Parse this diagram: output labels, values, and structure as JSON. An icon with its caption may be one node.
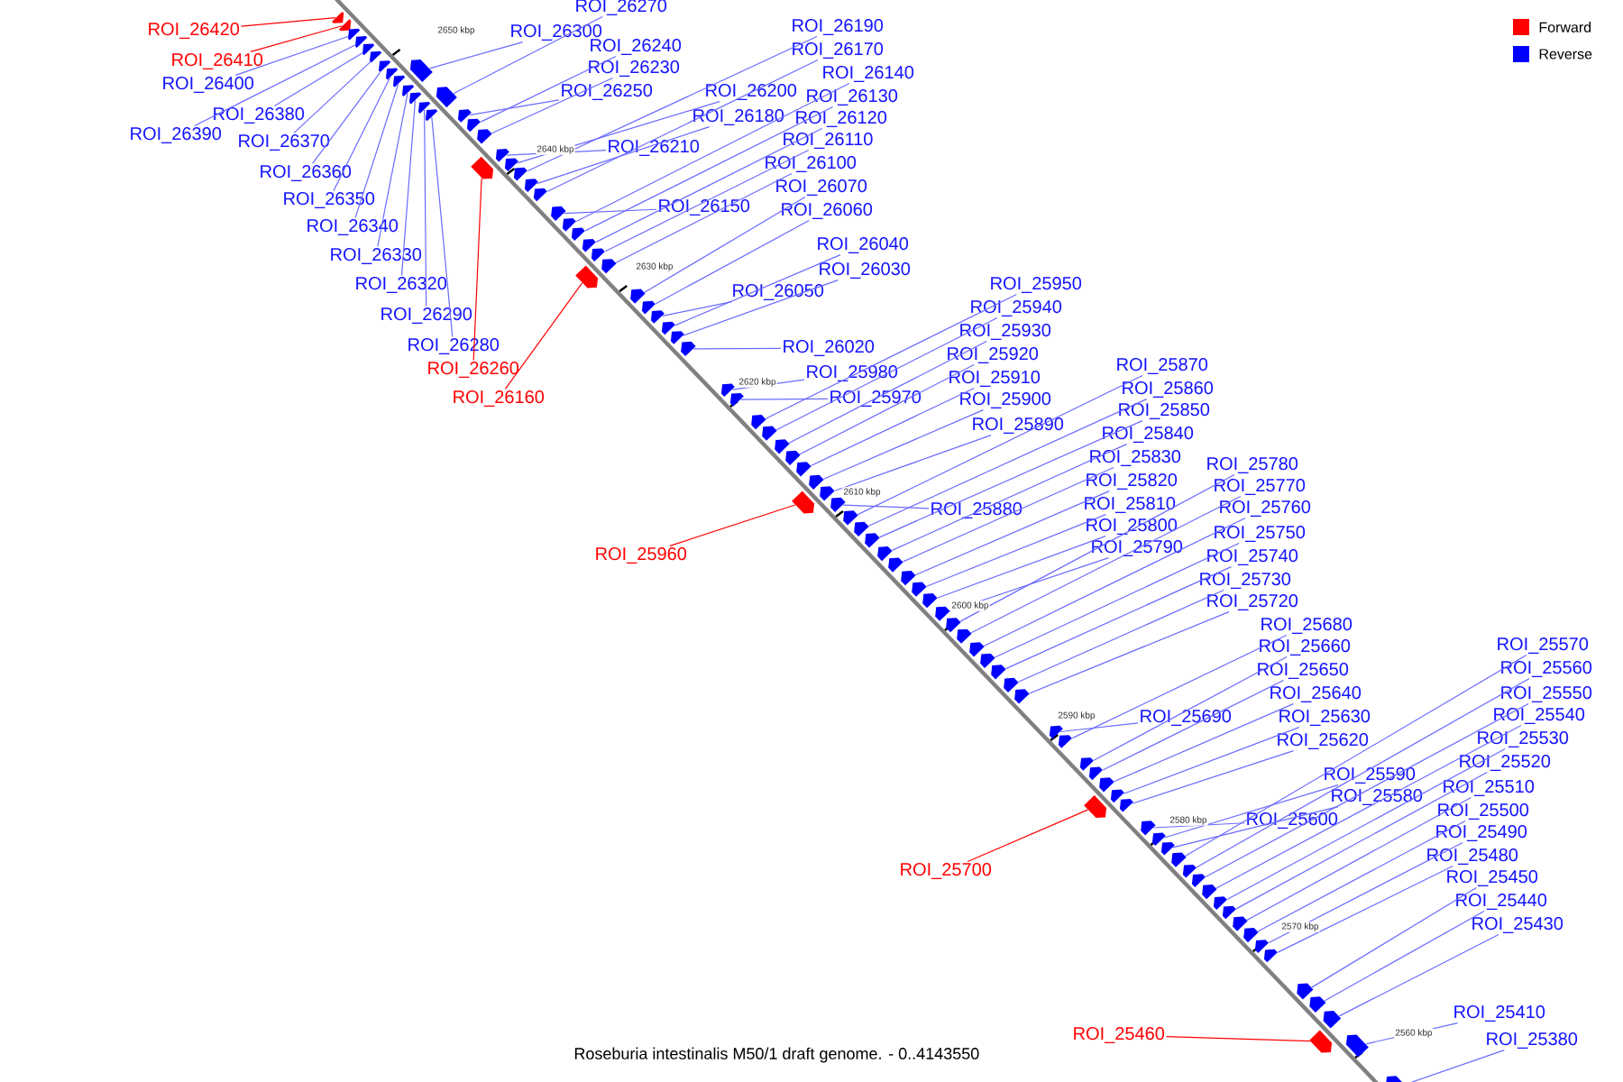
{
  "diagram": {
    "caption": "Roseburia intestinalis M50/1 draft genome. - 0..4143550",
    "nodes": [
      {
        "text": [
          "ROI_26270"
        ]
      },
      {
        "text": [
          "ROI_26420"
        ]
      },
      {
        "text": [
          "ROI_26300"
        ]
      },
      {
        "text": [
          "ROI_26190"
        ]
      },
      {
        "text": [
          "ROI_26240"
        ]
      },
      {
        "text": [
          "ROI_26170"
        ]
      },
      {
        "text": [
          "ROI_26410"
        ]
      },
      {
        "text": [
          "ROI_26230"
        ]
      },
      {
        "text": [
          "ROI_26140"
        ]
      },
      {
        "text": [
          "ROI_26400"
        ]
      },
      {
        "text": [
          "ROI_26250"
        ]
      },
      {
        "text": [
          "ROI_26200"
        ]
      },
      {
        "text": [
          "ROI_26130"
        ]
      },
      {
        "text": [
          "ROI_26380"
        ]
      },
      {
        "text": [
          "ROI_26180"
        ]
      },
      {
        "text": [
          "ROI_26120"
        ]
      },
      {
        "text": [
          "ROI_26390"
        ]
      },
      {
        "text": [
          "ROI_26370"
        ]
      },
      {
        "text": [
          "ROI_26110"
        ]
      },
      {
        "text": [
          "ROI_26210"
        ]
      },
      {
        "text": [
          "ROI_26100"
        ]
      },
      {
        "text": [
          "ROI_26360"
        ]
      },
      {
        "text": [
          "ROI_26070"
        ]
      },
      {
        "text": [
          "ROI_26350"
        ]
      },
      {
        "text": [
          "ROI_26150"
        ]
      },
      {
        "text": [
          "ROI_26060"
        ]
      },
      {
        "text": [
          "ROI_26340"
        ]
      },
      {
        "text": [
          "ROI_26040"
        ]
      },
      {
        "text": [
          "ROI_26330"
        ]
      },
      {
        "text": [
          "ROI_26030"
        ]
      },
      {
        "text": [
          "ROI_26320"
        ]
      },
      {
        "text": [
          "ROI_25950"
        ]
      },
      {
        "text": [
          "ROI_26050"
        ]
      },
      {
        "text": [
          "ROI_25940"
        ]
      },
      {
        "text": [
          "ROI_26290"
        ]
      },
      {
        "text": [
          "ROI_25930"
        ]
      },
      {
        "text": [
          "ROI_26280"
        ]
      },
      {
        "text": [
          "ROI_26020"
        ]
      },
      {
        "text": [
          "ROI_25920"
        ]
      },
      {
        "text": [
          "ROI_25870"
        ]
      },
      {
        "text": [
          "ROI_26260"
        ]
      },
      {
        "text": [
          "ROI_25980"
        ]
      },
      {
        "text": [
          "ROI_25910"
        ]
      },
      {
        "text": [
          "ROI_25860"
        ]
      },
      {
        "text": [
          "ROI_26160"
        ]
      },
      {
        "text": [
          "ROI_25970"
        ]
      },
      {
        "text": [
          "ROI_25900"
        ]
      },
      {
        "text": [
          "ROI_25850"
        ]
      },
      {
        "text": [
          "ROI_25890"
        ]
      },
      {
        "text": [
          "ROI_25840"
        ]
      },
      {
        "text": [
          "ROI_25830"
        ]
      },
      {
        "text": [
          "ROI_25780"
        ]
      },
      {
        "text": [
          "ROI_25820"
        ]
      },
      {
        "text": [
          "ROI_25770"
        ]
      },
      {
        "text": [
          "ROI_25810"
        ]
      },
      {
        "text": [
          "ROI_25760"
        ]
      },
      {
        "text": [
          "ROI_25880"
        ]
      },
      {
        "text": [
          "ROI_25800"
        ]
      },
      {
        "text": [
          "ROI_25750"
        ]
      },
      {
        "text": [
          "ROI_25790"
        ]
      },
      {
        "text": [
          "ROI_25960"
        ]
      },
      {
        "text": [
          "ROI_25740"
        ]
      },
      {
        "text": [
          "ROI_25730"
        ]
      },
      {
        "text": [
          "ROI_25720"
        ]
      },
      {
        "text": [
          "ROI_25680"
        ]
      },
      {
        "text": [
          "ROI_25570"
        ]
      },
      {
        "text": [
          "ROI_25660"
        ]
      },
      {
        "text": [
          "ROI_25560"
        ]
      },
      {
        "text": [
          "ROI_25650"
        ]
      },
      {
        "text": [
          "ROI_25550"
        ]
      },
      {
        "text": [
          "ROI_25640"
        ]
      },
      {
        "text": [
          "ROI_25540"
        ]
      },
      {
        "text": [
          "ROI_25690"
        ]
      },
      {
        "text": [
          "ROI_25630"
        ]
      },
      {
        "text": [
          "ROI_25530"
        ]
      },
      {
        "text": [
          "ROI_25620"
        ]
      },
      {
        "text": [
          "ROI_25520"
        ]
      },
      {
        "text": [
          "ROI_25590"
        ]
      },
      {
        "text": [
          "ROI_25510"
        ]
      },
      {
        "text": [
          "ROI_25580"
        ]
      },
      {
        "text": [
          "ROI_25500"
        ]
      },
      {
        "text": [
          "ROI_25600"
        ]
      },
      {
        "text": [
          "ROI_25490"
        ]
      },
      {
        "text": [
          "ROI_25480"
        ]
      },
      {
        "text": [
          "ROI_25700"
        ]
      },
      {
        "text": [
          "ROI_25450"
        ]
      },
      {
        "text": [
          "ROI_25440"
        ]
      },
      {
        "text": [
          "ROI_25430"
        ]
      },
      {
        "text": [
          "ROI_25410"
        ]
      },
      {
        "text": [
          "ROI_25460"
        ]
      },
      {
        "text": [
          "ROI_25380"
        ]
      },
      {
        "text": [],
        "shape": "arrow"
      },
      {
        "text": [],
        "shape": "arrow"
      },
      {
        "text": [],
        "shape": "arrow"
      },
      {
        "text": [],
        "shape": "arrow"
      },
      {
        "text": [],
        "shape": "arrow"
      },
      {
        "text": [],
        "shape": "arrow"
      },
      {
        "text": [],
        "shape": "arrow"
      },
      {
        "text": [],
        "shape": "arrow"
      },
      {
        "text": [],
        "shape": "arrow"
      },
      {
        "text": [],
        "shape": "arrow"
      },
      {
        "text": [],
        "shape": "arrow"
      },
      {
        "text": [],
        "shape": "arrow"
      },
      {
        "text": [],
        "shape": "arrow"
      },
      {
        "text": [],
        "shape": "arrow"
      },
      {
        "text": [],
        "shape": "arrow"
      },
      {
        "text": [],
        "shape": "arrow"
      },
      {
        "text": [],
        "shape": "arrow"
      },
      {
        "text": [],
        "shape": "arrow"
      },
      {
        "text": [],
        "shape": "arrow"
      },
      {
        "text": [],
        "shape": "arrow"
      },
      {
        "text": [],
        "shape": "arrow"
      },
      {
        "text": [],
        "shape": "arrow"
      },
      {
        "text": [],
        "shape": "arrow"
      },
      {
        "text": [],
        "shape": "arrow"
      },
      {
        "text": [],
        "shape": "arrow"
      },
      {
        "text": [],
        "shape": "arrow"
      },
      {
        "text": [],
        "shape": "arrow"
      },
      {
        "text": [],
        "shape": "arrow"
      },
      {
        "text": [],
        "shape": "arrow"
      },
      {
        "text": [],
        "shape": "arrow"
      },
      {
        "text": [],
        "shape": "arrow"
      },
      {
        "text": [],
        "shape": "arrow"
      },
      {
        "text": [],
        "shape": "arrow"
      },
      {
        "text": [],
        "shape": "arrow"
      },
      {
        "text": [],
        "shape": "arrow"
      },
      {
        "text": [],
        "shape": "arrow"
      },
      {
        "text": [],
        "shape": "arrow"
      },
      {
        "text": [],
        "shape": "arrow"
      },
      {
        "text": [],
        "shape": "arrow"
      },
      {
        "text": [],
        "shape": "arrow"
      },
      {
        "text": [],
        "shape": "arrow"
      },
      {
        "text": [],
        "shape": "arrow"
      },
      {
        "text": [],
        "shape": "arrow"
      },
      {
        "text": [],
        "shape": "arrow"
      },
      {
        "text": [],
        "shape": "arrow"
      },
      {
        "text": [],
        "shape": "arrow"
      },
      {
        "text": [],
        "shape": "arrow"
      },
      {
        "text": [],
        "shape": "arrow"
      },
      {
        "text": [],
        "shape": "arrow"
      },
      {
        "text": [],
        "shape": "arrow"
      },
      {
        "text": [],
        "shape": "arrow"
      },
      {
        "text": [],
        "shape": "arrow"
      },
      {
        "text": [],
        "shape": "arrow"
      },
      {
        "text": [],
        "shape": "arrow"
      },
      {
        "text": [],
        "shape": "arrow"
      },
      {
        "text": [],
        "shape": "arrow"
      },
      {
        "text": [],
        "shape": "arrow"
      },
      {
        "text": [],
        "shape": "arrow"
      },
      {
        "text": [],
        "shape": "arrow"
      },
      {
        "text": [],
        "shape": "arrow"
      },
      {
        "text": [],
        "shape": "arrow"
      },
      {
        "text": [],
        "shape": "arrow"
      },
      {
        "text": [],
        "shape": "arrow"
      },
      {
        "text": [],
        "shape": "arrow"
      },
      {
        "text": [],
        "shape": "arrow"
      },
      {
        "text": [],
        "shape": "arrow"
      },
      {
        "text": [],
        "shape": "arrow"
      },
      {
        "text": [],
        "shape": "arrow"
      },
      {
        "text": [],
        "shape": "arrow"
      },
      {
        "text": [],
        "shape": "arrow"
      },
      {
        "text": [],
        "shape": "arrow"
      },
      {
        "text": [],
        "shape": "arrow"
      },
      {
        "text": [],
        "shape": "arrow"
      },
      {
        "text": [],
        "shape": "arrow"
      },
      {
        "text": [],
        "shape": "arrow"
      },
      {
        "text": [],
        "shape": "arrow"
      },
      {
        "text": [],
        "shape": "arrow"
      },
      {
        "text": [],
        "shape": "arrow"
      },
      {
        "text": [],
        "shape": "arrow"
      },
      {
        "text": [],
        "shape": "arrow"
      },
      {
        "text": [],
        "shape": "arrow"
      },
      {
        "text": [],
        "shape": "arrow"
      },
      {
        "text": [],
        "shape": "arrow"
      },
      {
        "text": [],
        "shape": "arrow"
      },
      {
        "text": [],
        "shape": "arrow"
      },
      {
        "text": [],
        "shape": "arrow"
      },
      {
        "text": [],
        "shape": "arrow"
      },
      {
        "text": [],
        "shape": "arrow"
      },
      {
        "text": [],
        "shape": "arrow"
      },
      {
        "text": [],
        "shape": "arrow"
      },
      {
        "text": [],
        "shape": "arrow"
      }
    ],
    "edges": [
      {
        "from": 0,
        "to": 105,
        "arrow": "none"
      },
      {
        "from": 1,
        "to": 91,
        "arrow": "none",
        "color": "#ff0000"
      },
      {
        "from": 2,
        "to": 102,
        "arrow": "none"
      },
      {
        "from": 3,
        "to": 112,
        "arrow": "none"
      },
      {
        "from": 4,
        "to": 108,
        "arrow": "none"
      },
      {
        "from": 5,
        "to": 114,
        "arrow": "none"
      },
      {
        "from": 6,
        "to": 92,
        "arrow": "none",
        "color": "#ff0000"
      },
      {
        "from": 7,
        "to": 109,
        "arrow": "none"
      },
      {
        "from": 8,
        "to": 117,
        "arrow": "none"
      },
      {
        "from": 9,
        "to": 93,
        "arrow": "none"
      },
      {
        "from": 10,
        "to": 107,
        "arrow": "none"
      },
      {
        "from": 11,
        "to": 111,
        "arrow": "none"
      },
      {
        "from": 12,
        "to": 118,
        "arrow": "none"
      },
      {
        "from": 13,
        "to": 95,
        "arrow": "none"
      },
      {
        "from": 14,
        "to": 113,
        "arrow": "none"
      },
      {
        "from": 15,
        "to": 119,
        "arrow": "none"
      },
      {
        "from": 16,
        "to": 94,
        "arrow": "none"
      },
      {
        "from": 17,
        "to": 96,
        "arrow": "none"
      },
      {
        "from": 18,
        "to": 120,
        "arrow": "none"
      },
      {
        "from": 19,
        "to": 110,
        "arrow": "none"
      },
      {
        "from": 20,
        "to": 121,
        "arrow": "none"
      },
      {
        "from": 21,
        "to": 97,
        "arrow": "none"
      },
      {
        "from": 22,
        "to": 122,
        "arrow": "none"
      },
      {
        "from": 23,
        "to": 98,
        "arrow": "none"
      },
      {
        "from": 24,
        "to": 116,
        "arrow": "none"
      },
      {
        "from": 25,
        "to": 123,
        "arrow": "none"
      },
      {
        "from": 26,
        "to": 99,
        "arrow": "none"
      },
      {
        "from": 27,
        "to": 125,
        "arrow": "none"
      },
      {
        "from": 28,
        "to": 100,
        "arrow": "none"
      },
      {
        "from": 29,
        "to": 126,
        "arrow": "none"
      },
      {
        "from": 30,
        "to": 101,
        "arrow": "none"
      },
      {
        "from": 31,
        "to": 131,
        "arrow": "none"
      },
      {
        "from": 32,
        "to": 124,
        "arrow": "none"
      },
      {
        "from": 33,
        "to": 132,
        "arrow": "none"
      },
      {
        "from": 34,
        "to": 103,
        "arrow": "none"
      },
      {
        "from": 35,
        "to": 133,
        "arrow": "none"
      },
      {
        "from": 36,
        "to": 104,
        "arrow": "none"
      },
      {
        "from": 37,
        "to": 127,
        "arrow": "none"
      },
      {
        "from": 38,
        "to": 134,
        "arrow": "none"
      },
      {
        "from": 39,
        "to": 139,
        "arrow": "none"
      },
      {
        "from": 40,
        "to": 106,
        "arrow": "none",
        "color": "#ff0000"
      },
      {
        "from": 41,
        "to": 128,
        "arrow": "none"
      },
      {
        "from": 42,
        "to": 135,
        "arrow": "none"
      },
      {
        "from": 43,
        "to": 140,
        "arrow": "none"
      },
      {
        "from": 44,
        "to": 115,
        "arrow": "none",
        "color": "#ff0000"
      },
      {
        "from": 45,
        "to": 129,
        "arrow": "none"
      },
      {
        "from": 46,
        "to": 136,
        "arrow": "none"
      },
      {
        "from": 47,
        "to": 141,
        "arrow": "none"
      },
      {
        "from": 48,
        "to": 137,
        "arrow": "none"
      },
      {
        "from": 49,
        "to": 142,
        "arrow": "none"
      },
      {
        "from": 50,
        "to": 143,
        "arrow": "none"
      },
      {
        "from": 51,
        "to": 148,
        "arrow": "none"
      },
      {
        "from": 52,
        "to": 144,
        "arrow": "none"
      },
      {
        "from": 53,
        "to": 149,
        "arrow": "none"
      },
      {
        "from": 54,
        "to": 145,
        "arrow": "none"
      },
      {
        "from": 55,
        "to": 150,
        "arrow": "none"
      },
      {
        "from": 56,
        "to": 138,
        "arrow": "none"
      },
      {
        "from": 57,
        "to": 146,
        "arrow": "none"
      },
      {
        "from": 58,
        "to": 151,
        "arrow": "none"
      },
      {
        "from": 59,
        "to": 147,
        "arrow": "none"
      },
      {
        "from": 60,
        "to": 130,
        "arrow": "none",
        "color": "#ff0000"
      },
      {
        "from": 61,
        "to": 152,
        "arrow": "none"
      },
      {
        "from": 62,
        "to": 153,
        "arrow": "none"
      },
      {
        "from": 63,
        "to": 154,
        "arrow": "none"
      },
      {
        "from": 64,
        "to": 157,
        "arrow": "none"
      },
      {
        "from": 65,
        "to": 166,
        "arrow": "none"
      },
      {
        "from": 66,
        "to": 158,
        "arrow": "none"
      },
      {
        "from": 67,
        "to": 167,
        "arrow": "none"
      },
      {
        "from": 68,
        "to": 159,
        "arrow": "none"
      },
      {
        "from": 69,
        "to": 168,
        "arrow": "none"
      },
      {
        "from": 70,
        "to": 160,
        "arrow": "none"
      },
      {
        "from": 71,
        "to": 169,
        "arrow": "none"
      },
      {
        "from": 72,
        "to": 156,
        "arrow": "none"
      },
      {
        "from": 73,
        "to": 161,
        "arrow": "none"
      },
      {
        "from": 74,
        "to": 170,
        "arrow": "none"
      },
      {
        "from": 75,
        "to": 162,
        "arrow": "none"
      },
      {
        "from": 76,
        "to": 171,
        "arrow": "none"
      },
      {
        "from": 77,
        "to": 164,
        "arrow": "none"
      },
      {
        "from": 78,
        "to": 172,
        "arrow": "none"
      },
      {
        "from": 79,
        "to": 165,
        "arrow": "none"
      },
      {
        "from": 80,
        "to": 173,
        "arrow": "none"
      },
      {
        "from": 81,
        "to": 163,
        "arrow": "none"
      },
      {
        "from": 82,
        "to": 174,
        "arrow": "none"
      },
      {
        "from": 83,
        "to": 175,
        "arrow": "none"
      },
      {
        "from": 84,
        "to": 155,
        "arrow": "none",
        "color": "#ff0000"
      },
      {
        "from": 85,
        "to": 177,
        "arrow": "none"
      },
      {
        "from": 86,
        "to": 178,
        "arrow": "none"
      },
      {
        "from": 87,
        "to": 179,
        "arrow": "none"
      },
      {
        "from": 88,
        "to": 180,
        "arrow": "none"
      },
      {
        "from": 89,
        "to": 176,
        "arrow": "none",
        "color": "#ff0000"
      },
      {
        "from": 90,
        "to": 181,
        "arrow": "none"
      }
    ],
    "labels": [
      "2650 kbp",
      "2640 kbp",
      "2630 kbp",
      "2620 kbp",
      "2610 kbp",
      "2600 kbp",
      "2590 kbp",
      "2580 kbp",
      "2570 kbp",
      "2560 kbp"
    ],
    "legend": [
      {
        "text": "Forward",
        "color": "#ff0000"
      },
      {
        "text": "Reverse",
        "color": "#0000ff"
      }
    ]
  }
}
